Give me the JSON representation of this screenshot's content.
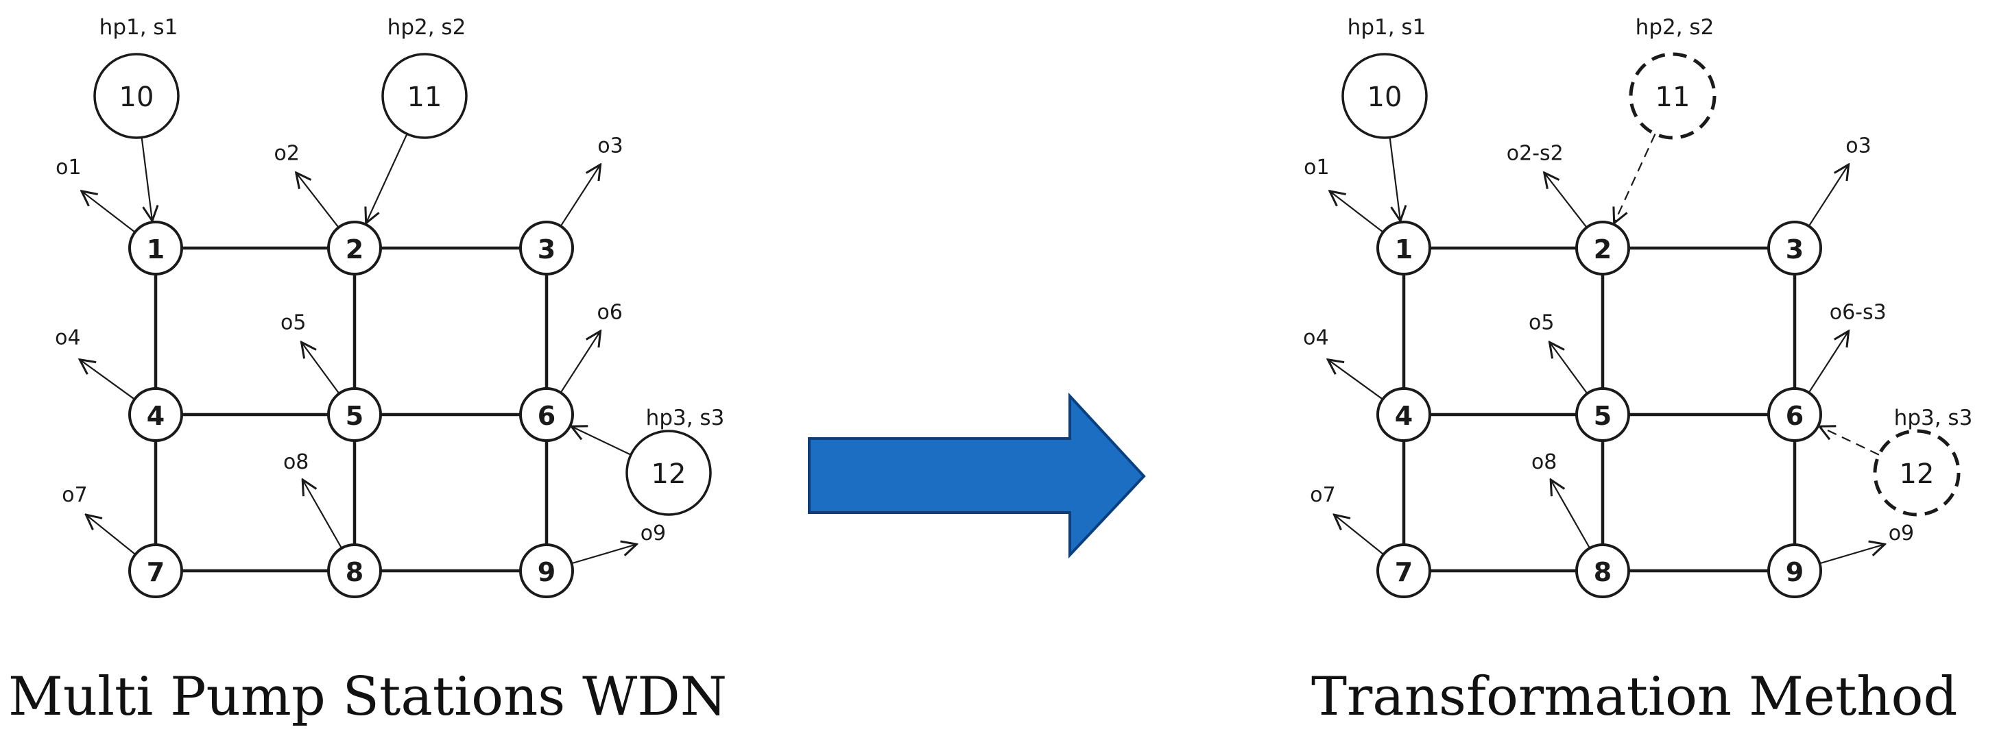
{
  "captions": {
    "left": "Multi Pump Stations WDN",
    "right": "Transformation Method"
  },
  "colors": {
    "ink": "#1a1a1a",
    "arrow_fill": "#1b6ec2",
    "arrow_stroke": "#0f3f7a"
  },
  "networks": {
    "left": {
      "junctions": [
        "1",
        "2",
        "3",
        "4",
        "5",
        "6",
        "7",
        "8",
        "9"
      ],
      "sources": [
        {
          "id": "10",
          "label": "hp1, s1",
          "dashed": false
        },
        {
          "id": "11",
          "label": "hp2, s2",
          "dashed": false
        },
        {
          "id": "12",
          "label": "hp3, s3",
          "dashed": false
        }
      ],
      "outlets": [
        "o1",
        "o2",
        "o3",
        "o4",
        "o5",
        "o6",
        "o7",
        "o8",
        "o9"
      ]
    },
    "right": {
      "junctions": [
        "1",
        "2",
        "3",
        "4",
        "5",
        "6",
        "7",
        "8",
        "9"
      ],
      "sources": [
        {
          "id": "10",
          "label": "hp1, s1",
          "dashed": false
        },
        {
          "id": "11",
          "label": "hp2, s2",
          "dashed": true
        },
        {
          "id": "12",
          "label": "hp3, s3",
          "dashed": true
        }
      ],
      "outlets": [
        "o1",
        "o2-s2",
        "o3",
        "o4",
        "o5",
        "o6-s3",
        "o7",
        "o8",
        "o9"
      ]
    }
  }
}
